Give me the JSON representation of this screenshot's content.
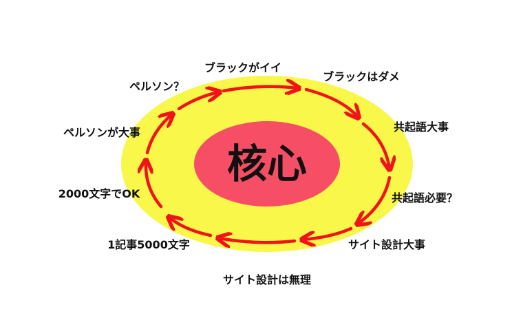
{
  "center": {
    "label": "核心"
  },
  "colors": {
    "outer_ring": "#f8f74a",
    "core": "#f64f65",
    "arrow": "#f0141a",
    "text": "#111111"
  },
  "cycle_labels": [
    "ブラックがイイ",
    "ブラックはダメ",
    "共起語大事",
    "共起語必要？",
    "サイト設計大事",
    "サイト設計は無理",
    "1記事5000文字",
    "2000文字でOK",
    "ペルソンが大事",
    "ペルソン？"
  ]
}
